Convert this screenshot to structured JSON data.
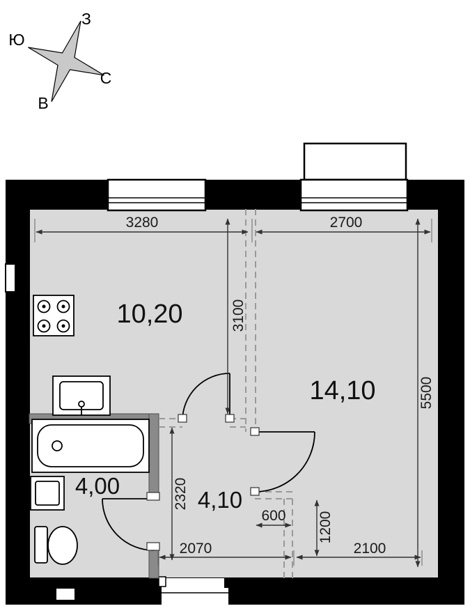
{
  "compass": {
    "west": "З",
    "south": "Ю",
    "north": "С",
    "east": "В"
  },
  "rooms": {
    "kitchen_living": {
      "area": "10,20"
    },
    "bedroom": {
      "area": "14,10"
    },
    "bathroom": {
      "area": "4,00"
    },
    "hallway": {
      "area": "4,10"
    }
  },
  "dimensions": {
    "top_span_left": "3280",
    "top_span_right": "2700",
    "kitchen_depth": "3100",
    "right_wall_height": "5500",
    "hallway_depth": "2320",
    "closet_width": "600",
    "closet_depth": "1200",
    "bottom_span_left": "2070",
    "bottom_span_right": "2100"
  },
  "colors": {
    "wall": "#000000",
    "floor": "#d9d9d9",
    "partition": "#8a8a8a",
    "dashed": "#999999",
    "dimension": "#333333"
  }
}
